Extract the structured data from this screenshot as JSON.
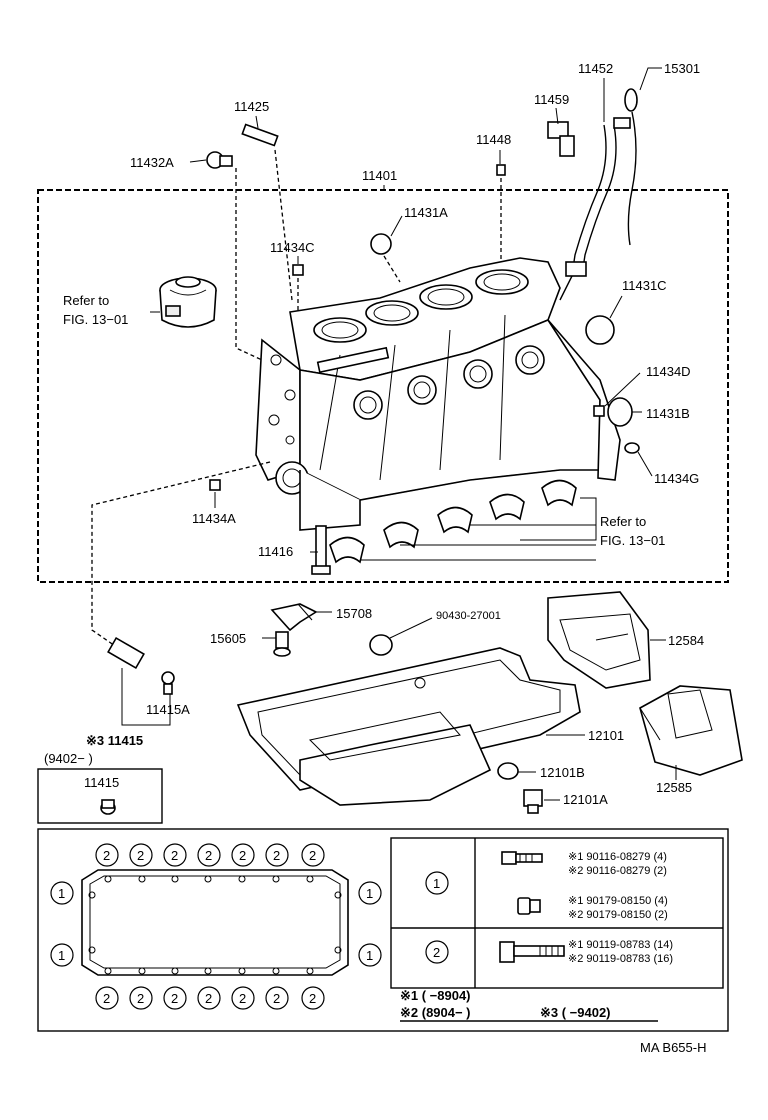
{
  "labels": {
    "p11452": "11452",
    "p15301": "15301",
    "p11459": "11459",
    "p11425": "11425",
    "p11448": "11448",
    "p11432A": "11432A",
    "p11401": "11401",
    "p11431A": "11431A",
    "p11434C": "11434C",
    "refer_a1": "Refer to",
    "refer_a2": "FIG. 13−01",
    "p11431C": "11431C",
    "p11434D": "11434D",
    "p11431B": "11431B",
    "p11434G": "11434G",
    "p11434A": "11434A",
    "refer_b1": "Refer to",
    "refer_b2": "FIG. 13−01",
    "p11416": "11416",
    "p15708": "15708",
    "p90430": "90430-27001",
    "p12584": "12584",
    "p15605": "15605",
    "p11415A": "11415A",
    "p11415_mark": "※3 11415",
    "date_from": "(9402−        )",
    "p11415_box": "11415",
    "p12101": "12101",
    "p12101B": "12101B",
    "p12101A": "12101A",
    "p12585": "12585"
  },
  "gasket": {
    "circle_1": "1",
    "circle_2": "2"
  },
  "bolt_table": {
    "row1_key": "1",
    "row2_key": "2",
    "r1a": "※1 90116-08279 (4)",
    "r1b": "※2 90116-08279 (2)",
    "r1c": "※1 90179-08150 (4)",
    "r1d": "※2 90179-08150 (2)",
    "r2a": "※1 90119-08783 (14)",
    "r2b": "※2 90119-08783 (16)"
  },
  "notes": {
    "n1": "※1 (        −8904)",
    "n2": "※2 (8904−        )",
    "n3": "※3 (        −9402)"
  },
  "footer": {
    "code": "MA  B655-H"
  }
}
